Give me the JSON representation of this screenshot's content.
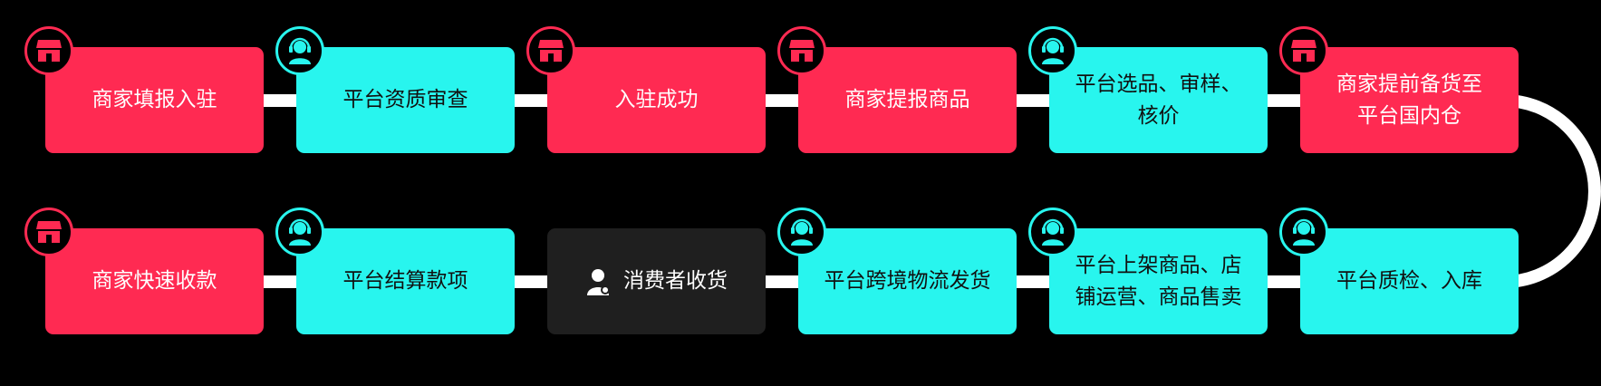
{
  "steps": [
    {
      "label": "商家填报入驻",
      "role": "merchant",
      "icon": "shop-icon"
    },
    {
      "label": "平台资质审查",
      "role": "platform",
      "icon": "headset-agent-icon"
    },
    {
      "label": "入驻成功",
      "role": "merchant",
      "icon": "shop-icon"
    },
    {
      "label": "商家提报商品",
      "role": "merchant",
      "icon": "shop-icon"
    },
    {
      "label": "平台选品、审样、\n核价",
      "role": "platform",
      "icon": "headset-agent-icon"
    },
    {
      "label": "商家提前备货至\n平台国内仓",
      "role": "merchant",
      "icon": "shop-icon"
    },
    {
      "label": "平台质检、入库",
      "role": "platform",
      "icon": "headset-agent-icon"
    },
    {
      "label": "平台上架商品、店\n铺运营、商品售卖",
      "role": "platform",
      "icon": "headset-agent-icon"
    },
    {
      "label": "平台跨境物流发货",
      "role": "platform",
      "icon": "headset-agent-icon"
    },
    {
      "label": "消费者收货",
      "role": "consumer",
      "icon": "consumer-user-icon"
    },
    {
      "label": "平台结算款项",
      "role": "platform",
      "icon": "headset-agent-icon"
    },
    {
      "label": "商家快速收款",
      "role": "merchant",
      "icon": "shop-icon"
    }
  ],
  "colors": {
    "merchant": "#ff2a52",
    "platform": "#28f5ee",
    "consumer": "#1f1f1f",
    "connector": "#ffffff",
    "background": "#000000"
  }
}
